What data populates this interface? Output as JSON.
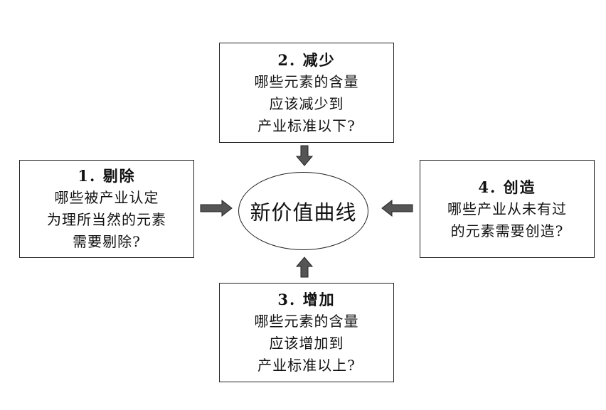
{
  "center": {
    "label": "新价值曲线"
  },
  "boxes": {
    "eliminate": {
      "title": "1. 剔除",
      "lines": [
        "哪些被产业认定",
        "为理所当然的元素",
        "需要剔除?"
      ]
    },
    "reduce": {
      "title": "2. 减少",
      "lines": [
        "哪些元素的含量",
        "应该减少到",
        "产业标准以下?"
      ]
    },
    "raise": {
      "title": "3. 增加",
      "lines": [
        "哪些元素的含量",
        "应该增加到",
        "产业标准以上?"
      ]
    },
    "create": {
      "title": "4. 创造",
      "lines": [
        "哪些产业从未有过",
        "的元素需要创造?"
      ]
    }
  },
  "colors": {
    "arrow_fill": "#555555",
    "border": "#222222"
  }
}
